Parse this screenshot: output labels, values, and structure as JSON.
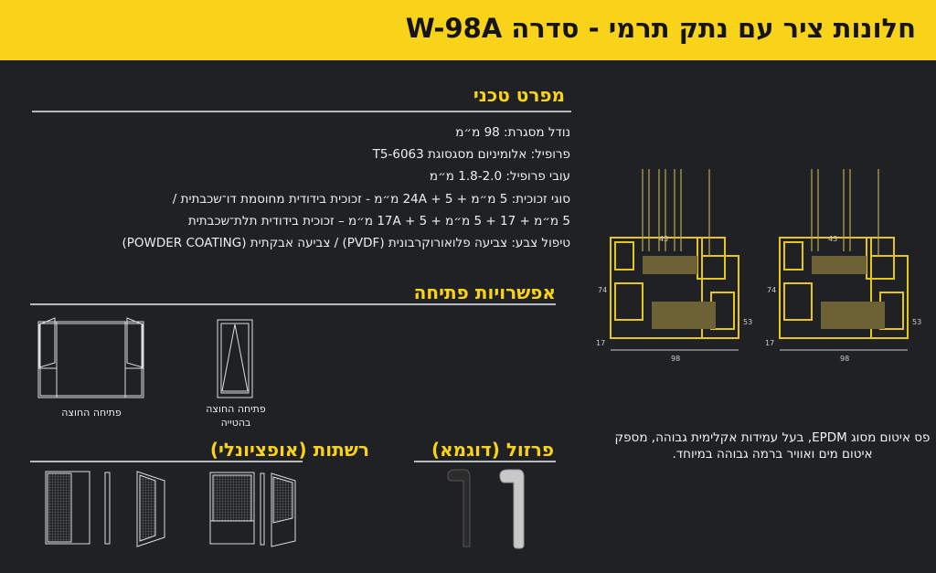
{
  "header": {
    "title": "חלונות ציר עם נתק תרמי - סדרה W-98A"
  },
  "spec": {
    "title": "מפרט טכני",
    "lines": [
      "נודל מסגרת: 98 מ״מ",
      "פרופיל: אלומיניום מסגסוגת 6063-T5",
      "עובי פרופיל: 1.8-2.0 מ״מ",
      "סוגי זכוכית: 5 מ״מ + 24A + 5 מ״מ - זכוכית בידודית מחוסמת דו־שכבתית  /",
      "5 מ״מ +  17 + 5 מ״מ + 17A + 5 מ״מ – זכוכית בידודית תלת־שכבתית",
      "טיפול צבע: צביעה פלואורוקרבונית (PVDF) / צביעה אבקתית (POWDER COATING)"
    ]
  },
  "opening": {
    "title": "אפשרויות פתיחה",
    "items": [
      {
        "label": "פתיחה החוצה"
      },
      {
        "label": "פתיחה החוצה בהטייה"
      }
    ]
  },
  "nets": {
    "title": "רשתות (אופציונלי)"
  },
  "hardware": {
    "title": "פרזול (דוגמא)",
    "colors": [
      "#2a2a2a",
      "#c8c8c8"
    ]
  },
  "profiles": {
    "dims": {
      "glass": "43",
      "height": "74",
      "sash": "53",
      "bottom": "17",
      "width": "98"
    }
  },
  "note": {
    "text": "פס איטום מסוג EPDM, בעל עמידות אקלימית גבוהה, מספק איטום מים ואוויר ברמה גבוהה במיוחד."
  },
  "colors": {
    "accent": "#f9d21a",
    "background": "#1f2124"
  }
}
